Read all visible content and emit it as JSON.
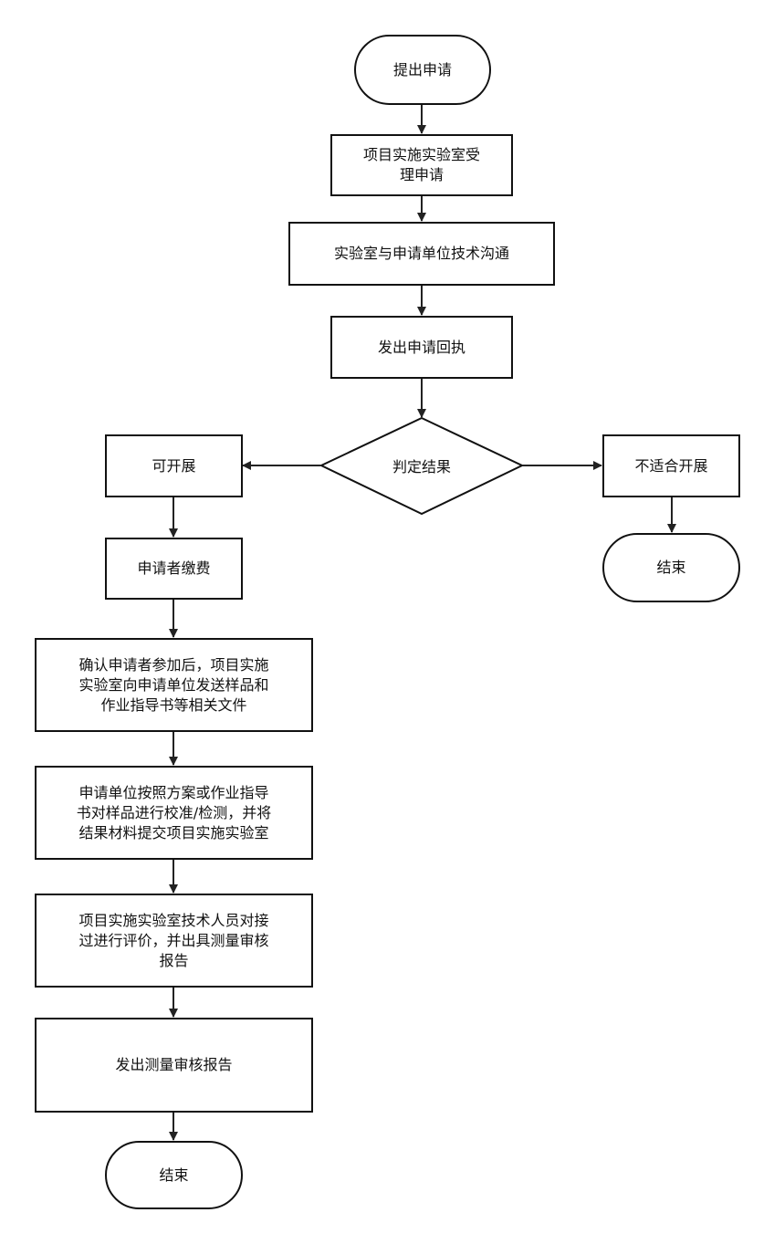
{
  "diagram": {
    "nodes": {
      "start": "提出申请",
      "accept": "项目实施实验室受\n理申请",
      "communicate": "实验室与申请单位技术沟通",
      "receipt": "发出申请回执",
      "decision": "判定结果",
      "can_proceed": "可开展",
      "not_suitable": "不适合开展",
      "end_right": "结束",
      "pay": "申请者缴费",
      "send_samples": "确认申请者参加后，项目实施\n实验室向申请单位发送样品和\n作业指导书等相关文件",
      "calibrate": "申请单位按照方案或作业指导\n书对样品进行校准/检测，并将\n结果材料提交项目实施实验室",
      "evaluate": "项目实施实验室技术人员对接\n过进行评价，并出具测量审核\n报告",
      "issue_report": "发出测量审核报告",
      "end_left": "结束"
    },
    "colors": {
      "stroke": "#111111",
      "fill": "#ffffff"
    }
  }
}
